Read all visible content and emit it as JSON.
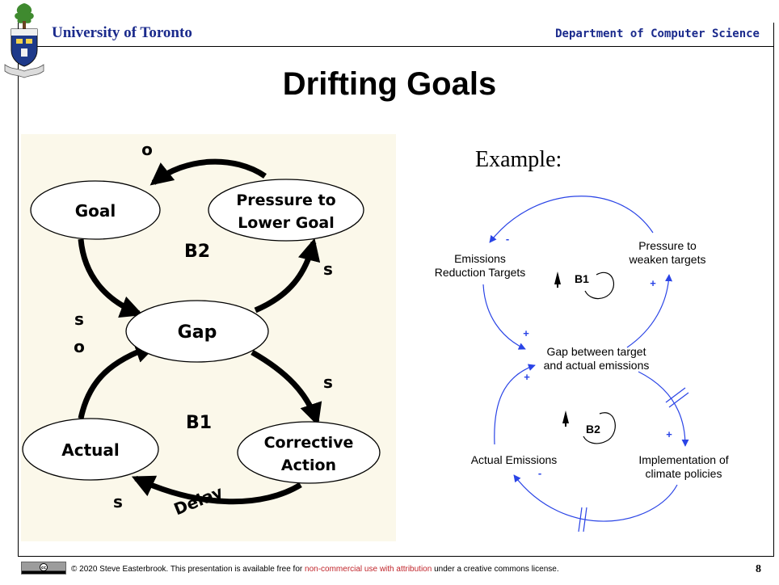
{
  "header": {
    "university": "University of Toronto",
    "department": "Department of Computer Science"
  },
  "slide": {
    "title": "Drifting Goals",
    "example_label": "Example:",
    "page_number": "8"
  },
  "left_diagram": {
    "nodes": {
      "goal": "Goal",
      "pressure_line1": "Pressure to",
      "pressure_line2": "Lower Goal",
      "gap": "Gap",
      "actual": "Actual",
      "corrective_line1": "Corrective",
      "corrective_line2": "Action"
    },
    "loops": {
      "b2": "B2",
      "b1": "B1"
    },
    "polarities": {
      "pressure_to_goal": "o",
      "goal_to_gap": "s",
      "actual_to_gap": "o",
      "gap_to_pressure": "s",
      "gap_to_corrective": "s",
      "corrective_to_actual": "s"
    },
    "delay": "Delay"
  },
  "right_diagram": {
    "nodes": {
      "emissions_line1": "Emissions",
      "emissions_line2": "Reduction Targets",
      "pressure_line1": "Pressure to",
      "pressure_line2": "weaken targets",
      "gap_line1": "Gap between target",
      "gap_line2": "and actual emissions",
      "actual": "Actual Emissions",
      "impl_line1": "Implementation of",
      "impl_line2": "climate policies"
    },
    "loops": {
      "b1": "B1",
      "b2": "B2"
    },
    "polarities": {
      "pressure_to_targets": "-",
      "gap_to_pressure": "+",
      "targets_to_gap": "+",
      "actual_to_gap": "+",
      "gap_to_impl": "+",
      "impl_to_actual": "-"
    },
    "link_color": "#2a44e6"
  },
  "footer": {
    "text_before": "© 2020 Steve Easterbrook. This presentation is available free for ",
    "link_text": "non-commercial use with attribution",
    "text_after": " under a creative commons license.",
    "badge": "cc some rights reserved"
  }
}
